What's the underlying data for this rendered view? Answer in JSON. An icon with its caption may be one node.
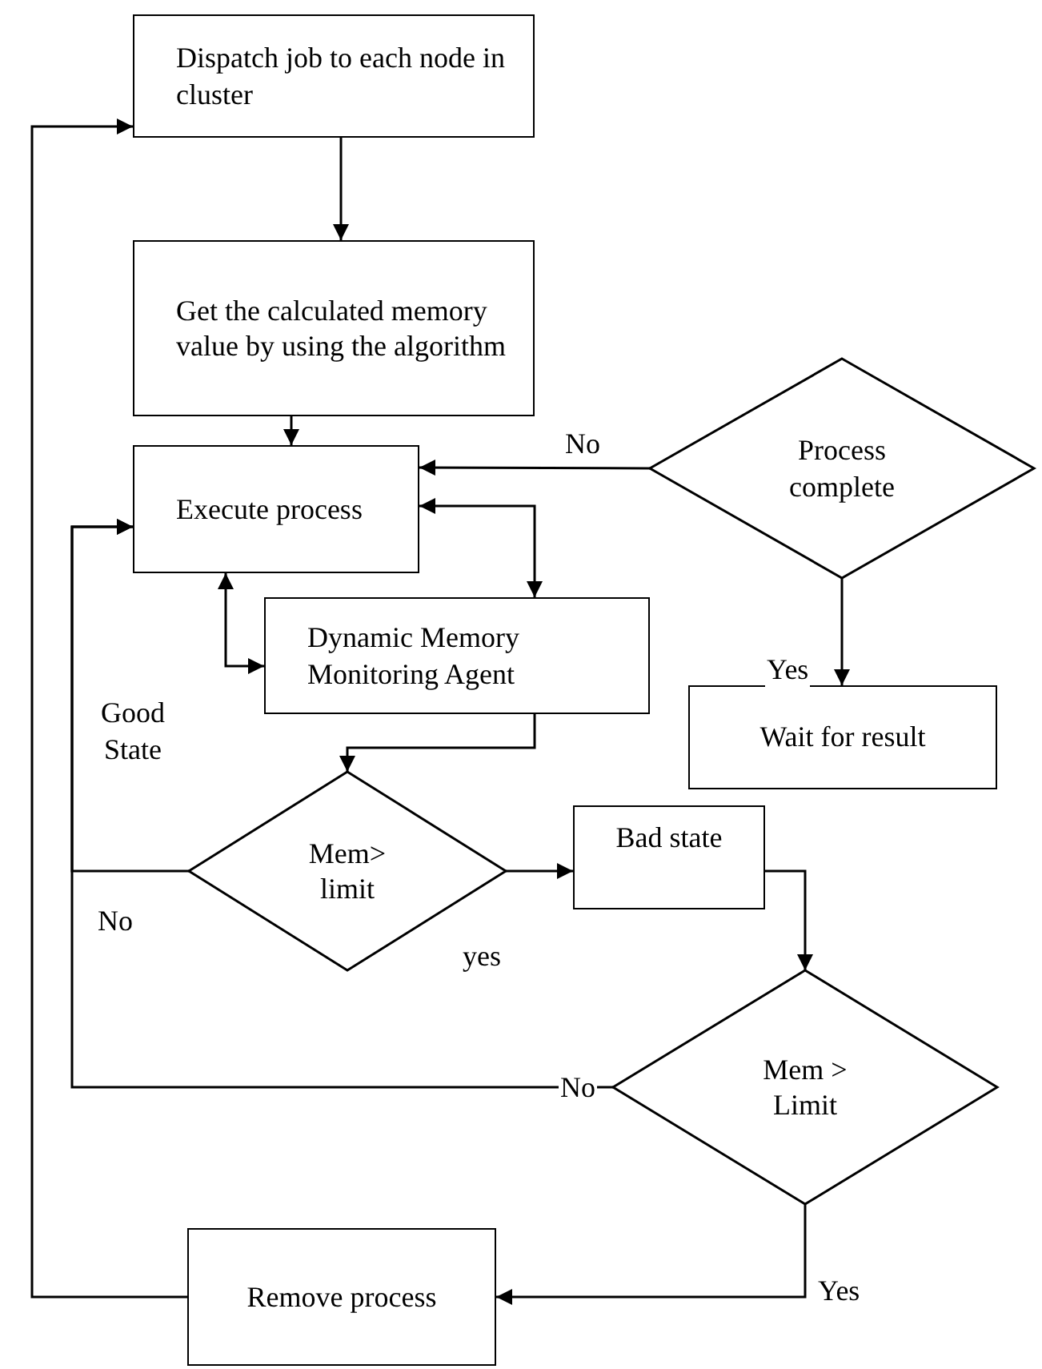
{
  "diagram": {
    "nodes": [
      {
        "text": [
          "Dispatch job to each node in cluster"
        ]
      },
      {
        "text": [
          "Get the calculated memory value by using the algorithm"
        ]
      },
      {
        "text": [
          "Execute process"
        ]
      },
      {
        "text": [
          "Process complete"
        ]
      },
      {
        "text": [
          "Dynamic Memory Monitoring Agent"
        ]
      },
      {
        "text": [
          "Wait for result"
        ]
      },
      {
        "text": [
          "Mem> limit"
        ]
      },
      {
        "text": [
          "Bad state"
        ]
      },
      {
        "text": [
          "Mem > Limit"
        ]
      },
      {
        "text": [
          "Remove process"
        ]
      }
    ],
    "edges": [
      {
        "from": 0,
        "to": 1,
        "arrow": "to"
      },
      {
        "from": 1,
        "to": 2,
        "arrow": "to"
      },
      {
        "from": 3,
        "to": 2,
        "arrow": "to",
        "label": "No"
      },
      {
        "from": 2,
        "to": 4,
        "arrow": "both"
      },
      {
        "from": 2,
        "to": 4,
        "arrow": "both"
      },
      {
        "from": 4,
        "to": 6,
        "arrow": "to"
      },
      {
        "from": 3,
        "to": 5,
        "arrow": "to",
        "label": "Yes"
      },
      {
        "from": 6,
        "to": 7,
        "arrow": "to",
        "label": "yes"
      },
      {
        "from": 6,
        "to": 2,
        "arrow": "to",
        "label": "No"
      },
      {
        "from": 7,
        "to": 8,
        "arrow": "to"
      },
      {
        "from": 8,
        "to": 2,
        "arrow": "to",
        "label": "No"
      },
      {
        "from": 8,
        "to": 9,
        "arrow": "to",
        "label": "Yes"
      },
      {
        "from": 9,
        "to": 0,
        "arrow": "to"
      }
    ],
    "labels": [
      "Good State"
    ]
  }
}
